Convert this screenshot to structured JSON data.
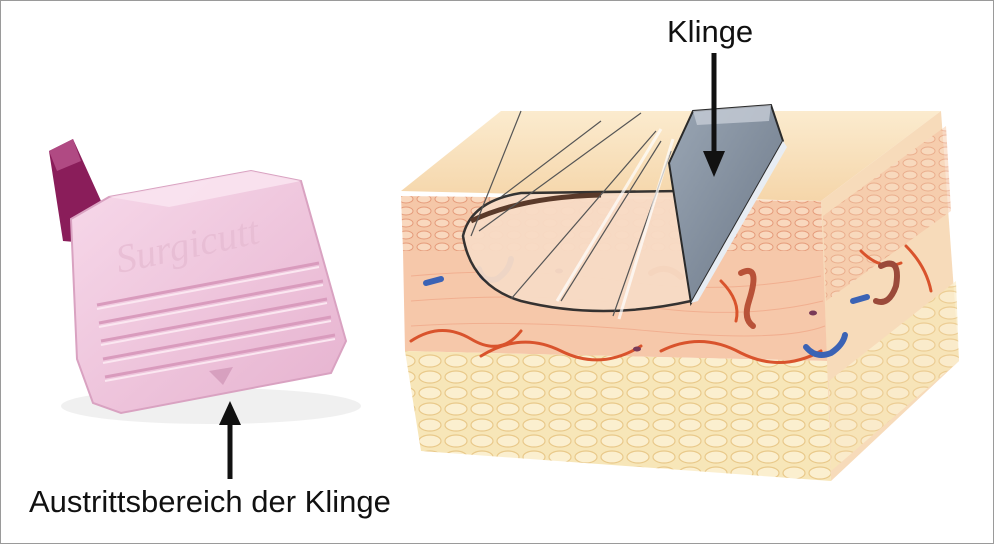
{
  "labels": {
    "blade": "Klinge",
    "blade_exit_area": "Austrittsbereich der Klinge"
  },
  "device": {
    "brand_text": "Surgicutt"
  },
  "colors": {
    "device_body": "#f0c6df",
    "device_plunger": "#8a1d5a",
    "blade": "#7a8696",
    "epidermis": "#f3d3a8",
    "dermis": "#f2b79a",
    "fat": "#f6e2b0",
    "artery": "#d9532c",
    "vein": "#3b63b5",
    "arrow": "#111111"
  }
}
